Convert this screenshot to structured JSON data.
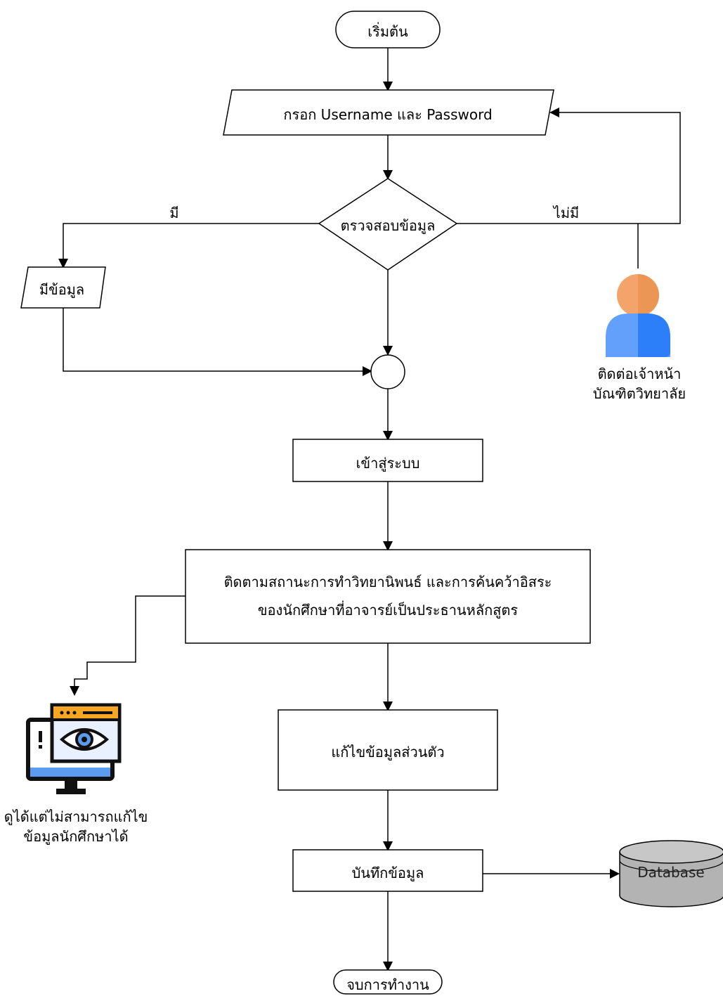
{
  "nodes": {
    "start": "เริ่มต้น",
    "login_input": "กรอก Username และ Password",
    "check_decision": "ตรวจสอบข้อมูล",
    "has_data": "มีข้อมูล",
    "contact_staff_line1": "ติดต่อเจ้าหน้า",
    "contact_staff_line2": "บัณฑิตวิทยาลัย",
    "enter_system": "เข้าสู่ระบบ",
    "track_status_line1": "ติดตามสถานะการทำวิทยานิพนธ์ และการค้นคว้าอิสระ",
    "track_status_line2": "ของนักศึกษาที่อาจารย์เป็นประธานหลักสูตร",
    "view_only_line1": "ดูได้แต่ไม่สามารถแก้ไข",
    "view_only_line2": "ข้อมูลนักศึกษาได้",
    "edit_personal": "แก้ไขข้อมูลส่วนตัว",
    "save_data": "บันทึกข้อมูล",
    "database": "Database",
    "end": "จบการทำงาน"
  },
  "edges": {
    "yes_label": "มี",
    "no_label": "ไม่มี"
  },
  "icons": {
    "user": "user-icon",
    "monitor": "monitor-eye-icon",
    "database": "database-icon"
  },
  "colors": {
    "stroke": "#000000",
    "user_head": "#f4a46a",
    "user_body": "#2d7ff9",
    "monitor_header": "#f6a623",
    "monitor_screen": "#5b9bf0",
    "database_fill": "#b3b3b3"
  }
}
